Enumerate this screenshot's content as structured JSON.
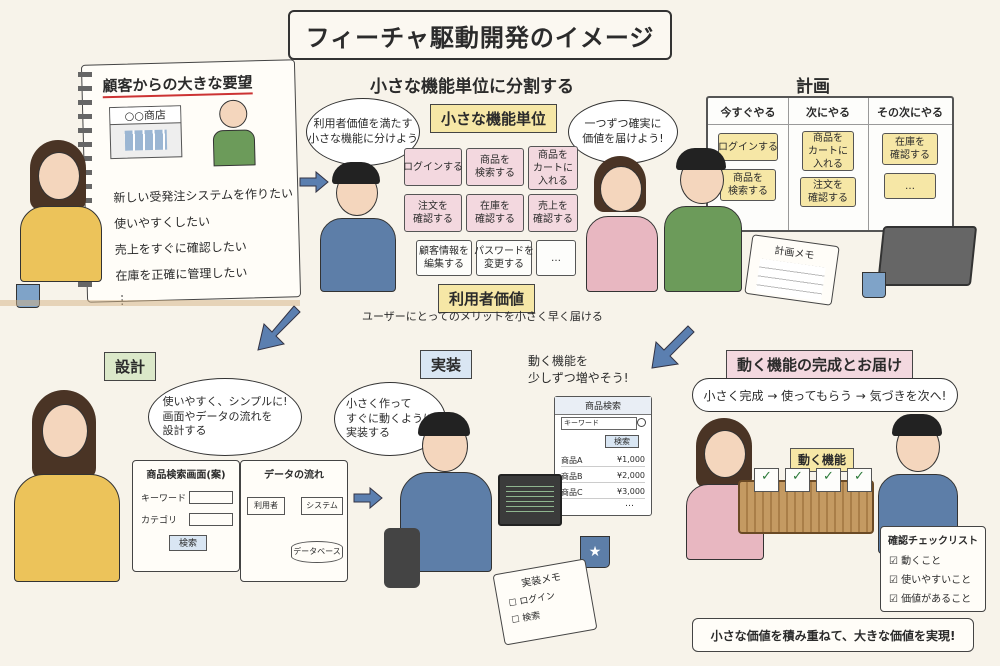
{
  "title": "フィーチャ駆動開発のイメージ",
  "requirements": {
    "heading": "顧客からの大きな要望",
    "shop_sign": "○○商店",
    "items": [
      "新しい受発注システムを作りたい",
      "使いやすくしたい",
      "売上をすぐに確認したい",
      "在庫を正確に管理したい",
      "⋮"
    ]
  },
  "split": {
    "heading": "小さな機能単位に分割する",
    "label": "小さな機能単位",
    "bubble_left": "利用者価値を満たす\n小さな機能に分けよう",
    "bubble_right": "一つずつ確実に\n価値を届けよう!",
    "cards": [
      "ログインする",
      "商品を\n検索する",
      "商品を\nカートに\n入れる",
      "注文を\n確認する",
      "在庫を\n確認する",
      "売上を\n確認する",
      "顧客情報を\n編集する",
      "パスワードを\n変更する",
      "…"
    ],
    "value_label": "利用者価値",
    "value_caption": "ユーザーにとってのメリットを小さく早く届ける"
  },
  "plan": {
    "heading": "計画",
    "columns": [
      {
        "title": "今すぐやる",
        "cards": [
          "ログインする",
          "商品を\n検索する"
        ]
      },
      {
        "title": "次にやる",
        "cards": [
          "商品を\nカートに\n入れる",
          "注文を\n確認する"
        ]
      },
      {
        "title": "その次にやる",
        "cards": [
          "在庫を\n確認する",
          "…"
        ]
      }
    ],
    "memo_title": "計画メモ"
  },
  "design": {
    "label": "設計",
    "bubble": "使いやすく、シンプルに!\n画面やデータの流れを\n設計する",
    "screen_title": "商品検索画面(案)",
    "keyword_label": "キーワード",
    "category_label": "カテゴリ",
    "search_button": "検索",
    "flow_title": "データの流れ",
    "flow_user": "利用者",
    "flow_system": "システム",
    "flow_db": "データベース"
  },
  "implement": {
    "label": "実装",
    "bubble": "小さく作って\nすぐに動くように\n実装する",
    "note_title": "実装メモ",
    "note_items": [
      "ログイン",
      "検索"
    ],
    "increase_caption": "動く機能を\n少しずつ増やそう!",
    "window_title": "商品検索",
    "search_placeholder": "キーワード",
    "search_button": "検索",
    "products": [
      {
        "name": "商品A",
        "price": "¥1,000"
      },
      {
        "name": "商品B",
        "price": "¥2,000"
      },
      {
        "name": "商品C",
        "price": "¥3,000"
      }
    ],
    "more": "…"
  },
  "delivery": {
    "label": "動く機能の完成とお届け",
    "bubble": "小さく完成 → 使ってもらう → 気づきを次へ!",
    "basket_sign": "動く機能",
    "checklist_title": "確認チェックリスト",
    "checklist_items": [
      "動くこと",
      "使いやすいこと",
      "価値があること"
    ],
    "footer": "小さな価値を積み重ねて、大きな価値を実現!"
  },
  "colors": {
    "arrow": "#5b7fb0",
    "yellow_card": "#f6e7a6",
    "pink_card": "#f3d8df",
    "green_label": "#dbe8c9",
    "blue_label": "#d9e6f3"
  }
}
